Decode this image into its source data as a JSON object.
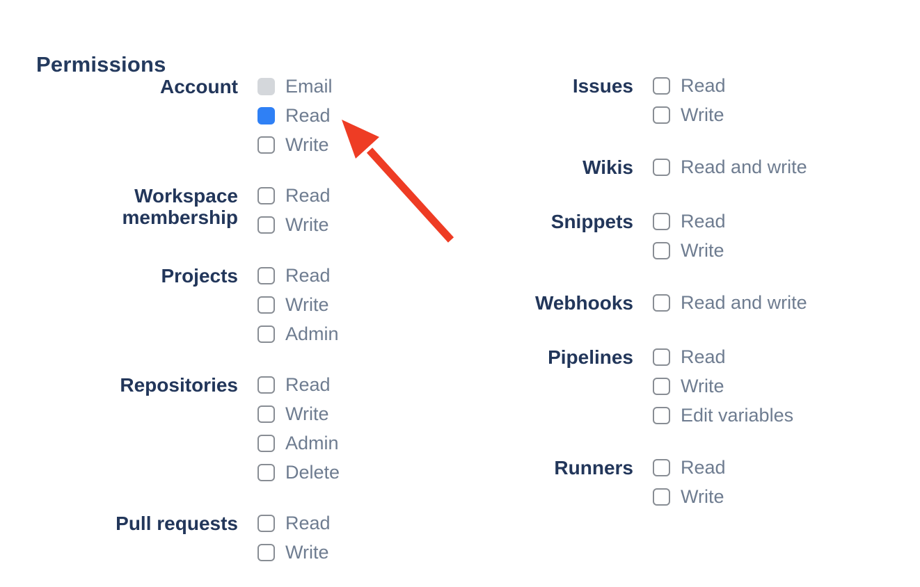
{
  "page": {
    "title": "Permissions"
  },
  "colors": {
    "heading_text": "#243a5e",
    "group_label_text": "#22365a",
    "option_text": "#6e7c90",
    "checkbox_border": "#888d94",
    "checkbox_checked_fill": "#2f80f5",
    "checkbox_disabled_fill": "#d4d7db",
    "arrow_red": "#ee3c24"
  },
  "permissions": {
    "left_groups": [
      {
        "label": "Account",
        "options": [
          {
            "label": "Email",
            "state": "disabled-checked"
          },
          {
            "label": "Read",
            "state": "checked"
          },
          {
            "label": "Write",
            "state": "unchecked"
          }
        ]
      },
      {
        "label": "Workspace membership",
        "options": [
          {
            "label": "Read",
            "state": "unchecked"
          },
          {
            "label": "Write",
            "state": "unchecked"
          }
        ]
      },
      {
        "label": "Projects",
        "options": [
          {
            "label": "Read",
            "state": "unchecked"
          },
          {
            "label": "Write",
            "state": "unchecked"
          },
          {
            "label": "Admin",
            "state": "unchecked"
          }
        ]
      },
      {
        "label": "Repositories",
        "options": [
          {
            "label": "Read",
            "state": "unchecked"
          },
          {
            "label": "Write",
            "state": "unchecked"
          },
          {
            "label": "Admin",
            "state": "unchecked"
          },
          {
            "label": "Delete",
            "state": "unchecked"
          }
        ]
      },
      {
        "label": "Pull requests",
        "options": [
          {
            "label": "Read",
            "state": "unchecked"
          },
          {
            "label": "Write",
            "state": "unchecked"
          }
        ]
      }
    ],
    "right_groups": [
      {
        "label": "Issues",
        "options": [
          {
            "label": "Read",
            "state": "unchecked"
          },
          {
            "label": "Write",
            "state": "unchecked"
          }
        ]
      },
      {
        "label": "Wikis",
        "options": [
          {
            "label": "Read and write",
            "state": "unchecked"
          }
        ]
      },
      {
        "label": "Snippets",
        "options": [
          {
            "label": "Read",
            "state": "unchecked"
          },
          {
            "label": "Write",
            "state": "unchecked"
          }
        ]
      },
      {
        "label": "Webhooks",
        "options": [
          {
            "label": "Read and write",
            "state": "unchecked"
          }
        ]
      },
      {
        "label": "Pipelines",
        "options": [
          {
            "label": "Read",
            "state": "unchecked"
          },
          {
            "label": "Write",
            "state": "unchecked"
          },
          {
            "label": "Edit variables",
            "state": "unchecked"
          }
        ]
      },
      {
        "label": "Runners",
        "options": [
          {
            "label": "Read",
            "state": "unchecked"
          },
          {
            "label": "Write",
            "state": "unchecked"
          }
        ]
      }
    ]
  }
}
